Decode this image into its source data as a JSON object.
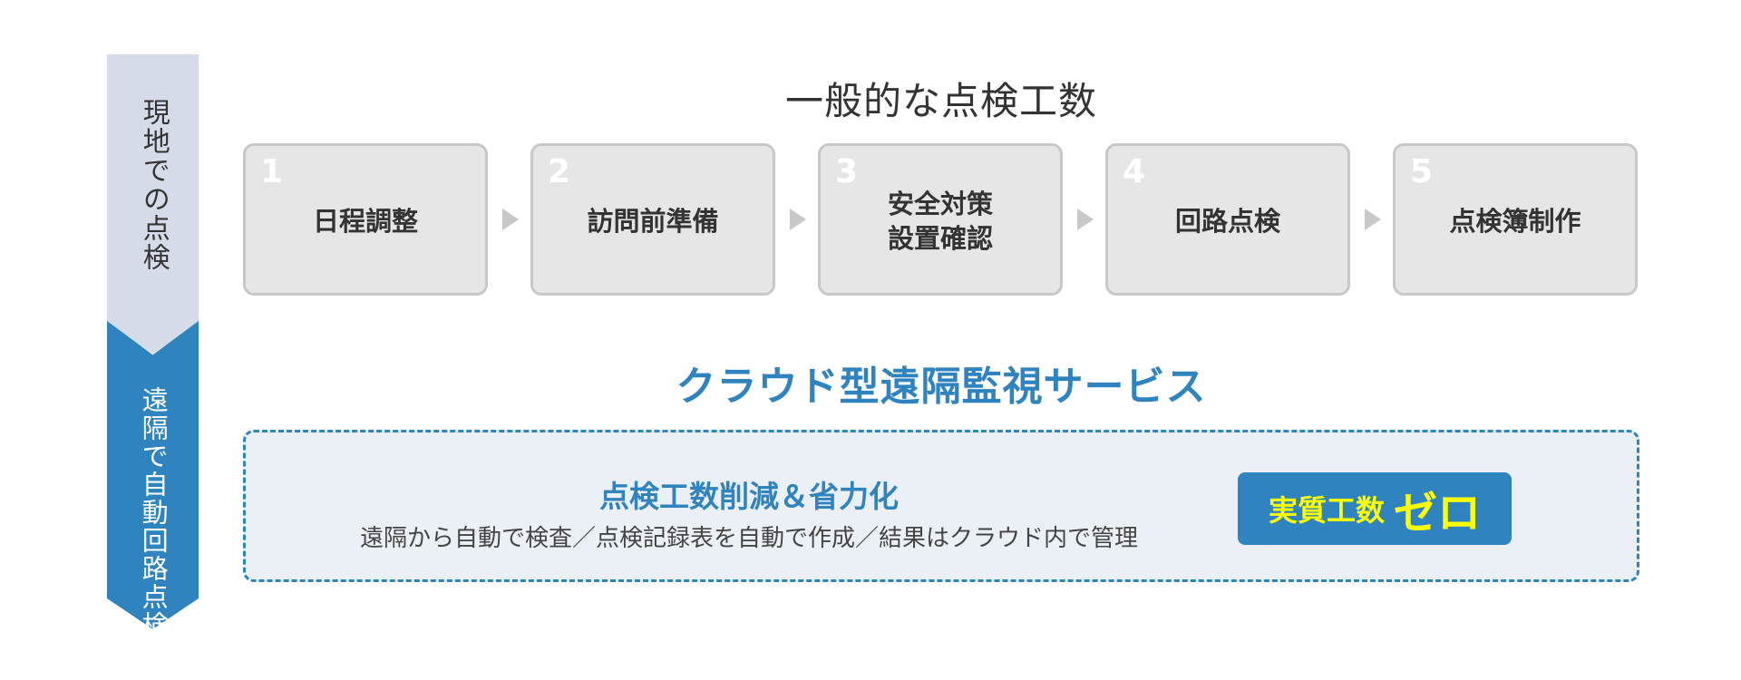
{
  "left_strip": {
    "top_label": "現地での点検",
    "bottom_label": "遠隔で自動回路点検",
    "top_color": "#d6dbea",
    "bottom_color": "#2f84c0"
  },
  "top_section": {
    "title": "一般的な点検工数",
    "steps": [
      {
        "number": "1",
        "label": "日程調整"
      },
      {
        "number": "2",
        "label": "訪問前準備"
      },
      {
        "number": "3",
        "label": "安全対策\n設置確認"
      },
      {
        "number": "4",
        "label": "回路点検"
      },
      {
        "number": "5",
        "label": "点検簿制作"
      }
    ]
  },
  "bottom_section": {
    "title": "クラウド型遠隔監視サービス",
    "heading": "点検工数削減＆省力化",
    "description": "遠隔から自動で検査／点検記録表を自動で作成／結果はクラウド内で管理",
    "badge": {
      "prefix": "実質工数",
      "main": "ゼロ"
    },
    "accent_color": "#2f84c0",
    "badge_text_color": "#ffff00"
  }
}
